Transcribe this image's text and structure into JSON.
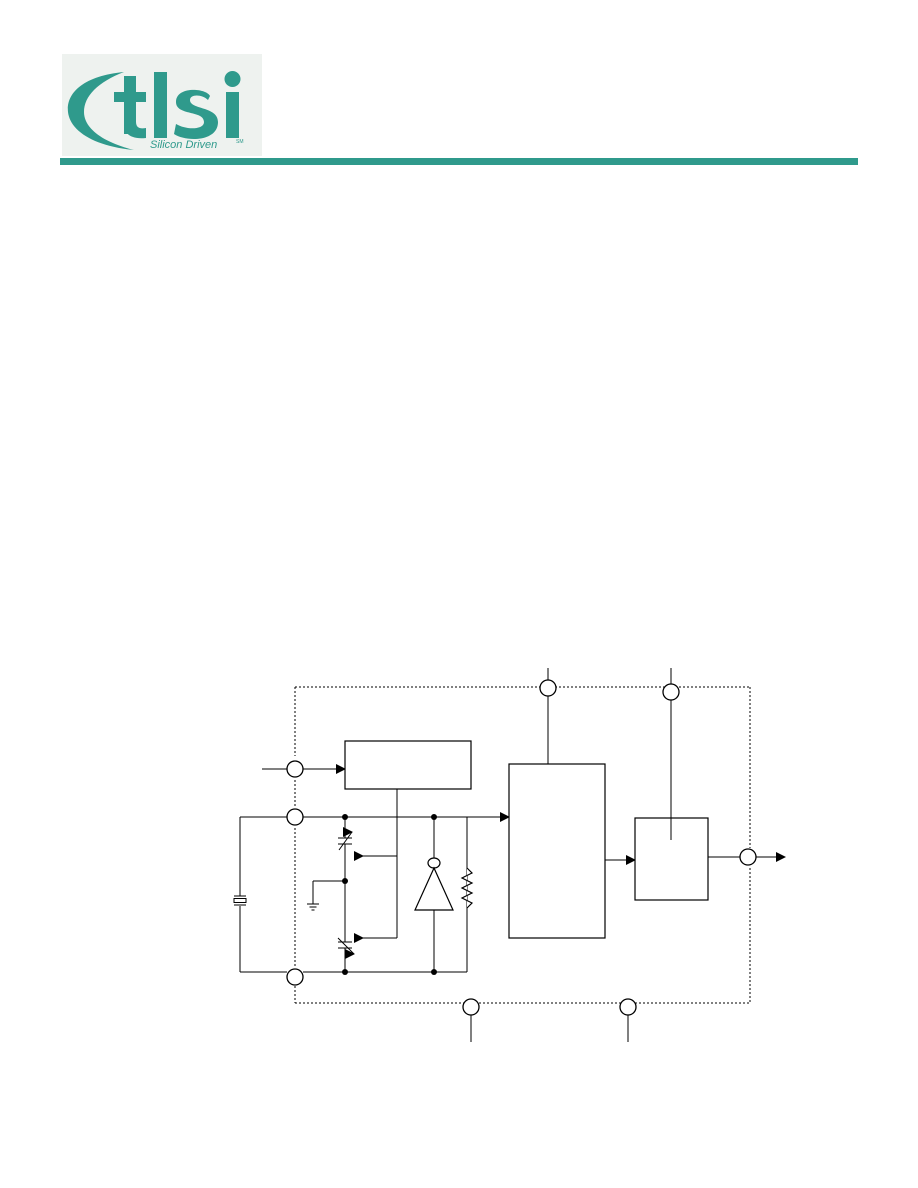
{
  "logo": {
    "wordmark": "tlsi",
    "tagline": "Silicon Driven",
    "trademark": "SM",
    "colors": {
      "mark": "#2f9a8c",
      "background": "#eef2ef"
    }
  },
  "header_rule": {
    "color": "#2f9a8c"
  },
  "block_diagram": {
    "line_color": "#000000",
    "boundary_style": "dotted",
    "components": [
      "crystal",
      "control-block",
      "oscillator-inverter",
      "feedback-resistor",
      "variable-capacitor-top",
      "variable-capacitor-bottom",
      "ground",
      "divider-block",
      "output-buffer-block"
    ],
    "pins": [
      "input-pin",
      "xtal-in-pin",
      "xtal-out-pin",
      "top-pin-1",
      "top-pin-2",
      "output-pin",
      "bottom-pin-1",
      "bottom-pin-2"
    ]
  }
}
